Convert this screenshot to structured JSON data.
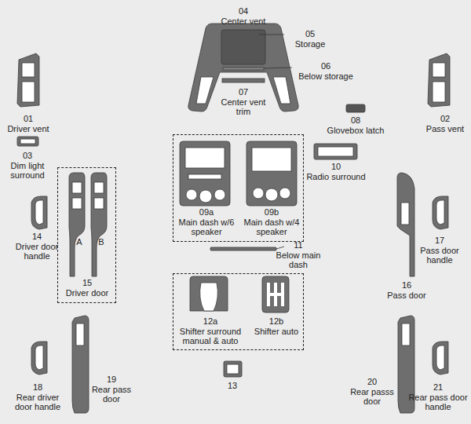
{
  "diagram": {
    "nodes": [
      {
        "text": [
          "09a Main dash w/6 speaker",
          "09b Main dash w/4 speaker"
        ]
      },
      {
        "text": [
          "A",
          "B",
          "15 Driver door"
        ]
      },
      {
        "text": [
          "12a Shifter surround manual & auto",
          "12b Shifter auto"
        ]
      }
    ],
    "labels": [
      "04 Center vent",
      "05 Storage",
      "06 Below storage",
      "07 Center vent trim",
      "01 Driver vent",
      "02 Pass vent",
      "08 Glovebox latch",
      "03 Dim light surround",
      "10 Radio surround",
      "14 Driver door handle",
      "11 Below main dash",
      "17 Pass door handle",
      "16 Pass door",
      "18 Rear driver door handle",
      "19 Rear pass door",
      "13",
      "20 Rear passs door",
      "21 Rear pass door handle"
    ]
  }
}
